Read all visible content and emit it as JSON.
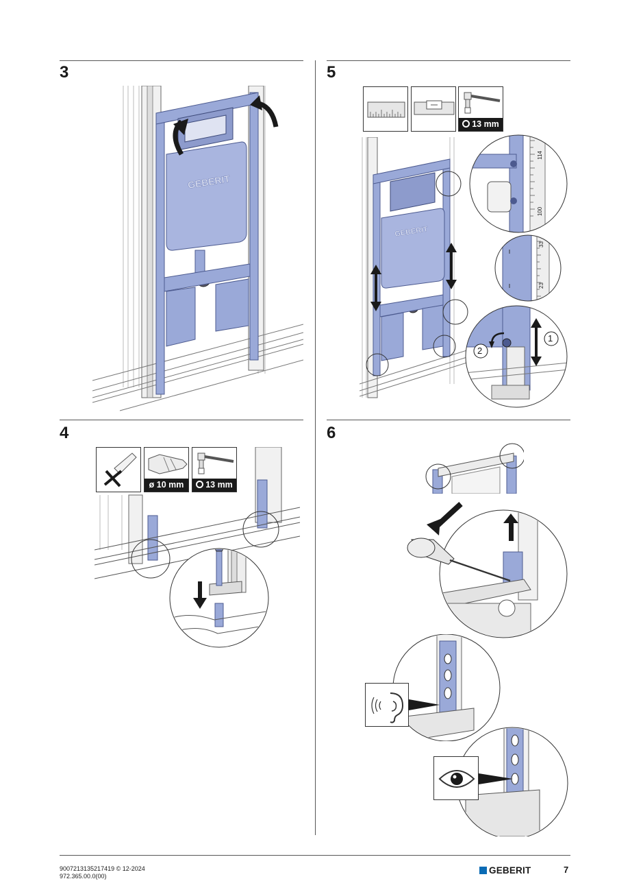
{
  "steps": [
    {
      "number": "3"
    },
    {
      "number": "4"
    },
    {
      "number": "5"
    },
    {
      "number": "6"
    }
  ],
  "tools": {
    "step4_drill": "ø 10 mm",
    "step4_wrench": "13 mm",
    "step5_wrench": "13 mm"
  },
  "illustration": {
    "brand_on_cistern": "GEBERIT",
    "scale_upper_top": "114",
    "scale_upper_bottom": "100",
    "scale_lower_top": "33",
    "scale_lower_bottom": "23",
    "callout_1": "1",
    "callout_2": "2"
  },
  "colors": {
    "frame_blue": "#9aa9d8",
    "frame_blue_dark": "#5f6fa8",
    "brand_blue": "#0a6bb5"
  },
  "footer": {
    "doc_code_1": "9007213135217419 © 12-2024",
    "doc_code_2": "972.365.00.0(00)",
    "brand": "GEBERIT",
    "page_number": "7"
  }
}
